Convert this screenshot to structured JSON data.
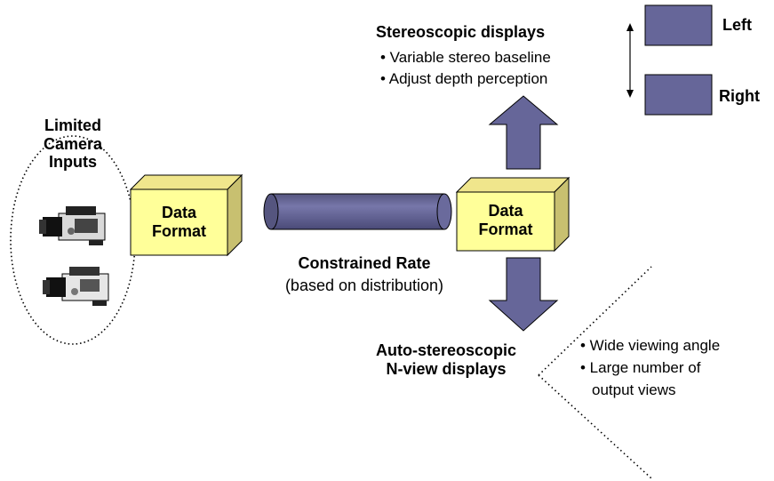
{
  "camera_group": {
    "title_lines": [
      "Limited",
      "Camera",
      "Inputs"
    ]
  },
  "left_box": {
    "lines": [
      "Data",
      "Format"
    ]
  },
  "right_box": {
    "lines": [
      "Data",
      "Format"
    ]
  },
  "channel": {
    "title": "Constrained Rate",
    "subtitle": "(based on distribution)"
  },
  "stereo": {
    "title": "Stereoscopic displays",
    "bullets": [
      "• Variable stereo baseline",
      "• Adjust depth perception"
    ],
    "views": [
      "Left",
      "Right"
    ]
  },
  "autostereo": {
    "title_lines": [
      "Auto-stereoscopic",
      "N-view displays"
    ],
    "bullets": [
      "• Wide viewing angle",
      "• Large number of",
      "output views"
    ]
  },
  "colors": {
    "box_face": "#ffff99",
    "box_top": "#f0e68c",
    "box_side": "#c8c070",
    "purple": "#666699",
    "purple_dark": "#4b4b7a"
  }
}
